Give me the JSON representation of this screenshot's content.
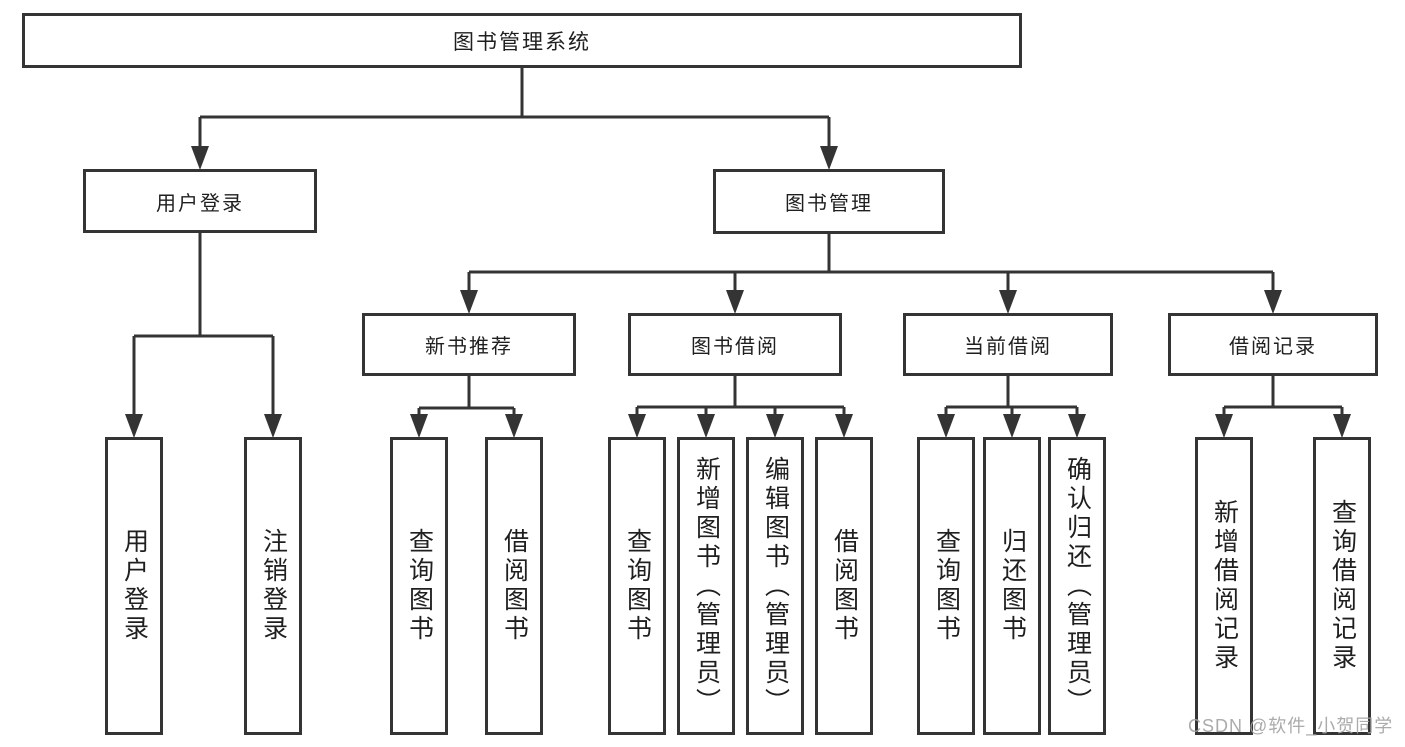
{
  "diagram": {
    "tree": {
      "label": "图书管理系统",
      "children": [
        {
          "label": "用户登录",
          "children": [
            {
              "label": "用户登录"
            },
            {
              "label": "注销登录"
            }
          ]
        },
        {
          "label": "图书管理",
          "children": [
            {
              "label": "新书推荐",
              "children": [
                {
                  "label": "查询图书"
                },
                {
                  "label": "借阅图书"
                }
              ]
            },
            {
              "label": "图书借阅",
              "children": [
                {
                  "label": "查询图书"
                },
                {
                  "label": "新增图书（管理员）"
                },
                {
                  "label": "编辑图书（管理员）"
                },
                {
                  "label": "借阅图书"
                }
              ]
            },
            {
              "label": "当前借阅",
              "children": [
                {
                  "label": "查询图书"
                },
                {
                  "label": "归还图书"
                },
                {
                  "label": "确认归还（管理员）"
                }
              ]
            },
            {
              "label": "借阅记录",
              "children": [
                {
                  "label": "新增借阅记录"
                },
                {
                  "label": "查询借阅记录"
                }
              ]
            }
          ]
        }
      ]
    },
    "colors": {
      "line": "#343434",
      "text": "#1f1f1f",
      "watermark": "#a4a4a4",
      "background": "#ffffff"
    }
  },
  "watermark": "CSDN @软件_小贺同学"
}
